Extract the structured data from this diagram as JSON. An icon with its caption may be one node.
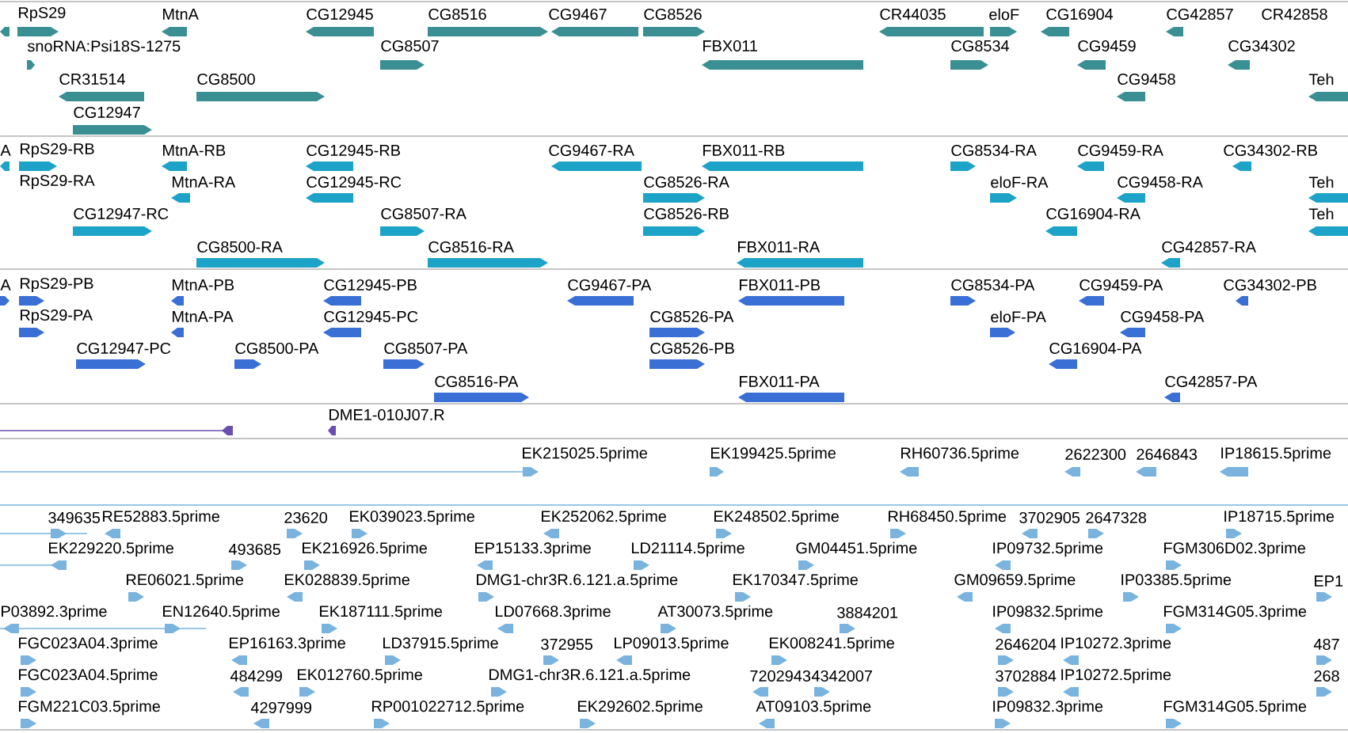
{
  "diagram": {
    "labels": [
      "RpS29",
      "MtnA",
      "CG12945",
      "CG8516",
      "CG9467",
      "CG8526",
      "CR44035",
      "eloF",
      "CG16904",
      "CG42857",
      "CR42858",
      "snoRNA:Psi18S-1275",
      "CG8507",
      "FBX011",
      "CG8534",
      "CG9459",
      "CG34302",
      "CR31514",
      "CG8500",
      "CG9458",
      "Teh",
      "CG12947",
      "A",
      "RpS29-RB",
      "MtnA-RB",
      "CG12945-RB",
      "CG9467-RA",
      "FBX011-RB",
      "CG8534-RA",
      "CG9459-RA",
      "CG34302-RB",
      "RpS29-RA",
      "MtnA-RA",
      "CG12945-RC",
      "CG8526-RA",
      "eloF-RA",
      "CG9458-RA",
      "Teh",
      "CG12947-RC",
      "CG8507-RA",
      "CG8526-RB",
      "CG16904-RA",
      "Teh",
      "CG8500-RA",
      "CG8516-RA",
      "FBX011-RA",
      "CG42857-RA",
      "A",
      "RpS29-PB",
      "MtnA-PB",
      "CG12945-PB",
      "CG9467-PA",
      "FBX011-PB",
      "CG8534-PA",
      "CG9459-PA",
      "CG34302-PB",
      "RpS29-PA",
      "MtnA-PA",
      "CG12945-PC",
      "CG8526-PA",
      "eloF-PA",
      "CG9458-PA",
      "CG12947-PC",
      "CG8500-PA",
      "CG8507-PA",
      "CG8526-PB",
      "CG16904-PA",
      "CG8516-PA",
      "FBX011-PA",
      "CG42857-PA",
      "DME1-010J07.R",
      "EK215025.5prime",
      "EK199425.5prime",
      "RH60736.5prime",
      "2622300",
      "2646843",
      "IP18615.5prime",
      "349635",
      "RE52883.5prime",
      "23620",
      "EK039023.5prime",
      "EK252062.5prime",
      "EK248502.5prime",
      "RH68450.5prime",
      "3702905",
      "2647328",
      "IP18715.5prime",
      "EK229220.5prime",
      "493685",
      "EK216926.5prime",
      "EP15133.3prime",
      "LD21114.5prime",
      "GM04451.5prime",
      "IP09732.5prime",
      "FGM306D02.3prime",
      "RE06021.5prime",
      "EK028839.5prime",
      "DMG1-chr3R.6.121.a.5prime",
      "EK170347.5prime",
      "GM09659.5prime",
      "IP03385.5prime",
      "EP1",
      "P03892.3prime",
      "EN12640.5prime",
      "EK187111.5prime",
      "LD07668.3prime",
      "AT30073.5prime",
      "3884201",
      "IP09832.5prime",
      "FGM314G05.3prime",
      "FGC023A04.3prime",
      "EP16163.3prime",
      "LD37915.5prime",
      "372955",
      "LP09013.5prime",
      "EK008241.5prime",
      "2646204",
      "IP10272.3prime",
      "487",
      "FGC023A04.5prime",
      "484299",
      "EK012760.5prime",
      "DMG1-chr3R.6.121.a.5prime",
      "7202943",
      "4342007",
      "3702884",
      "IP10272.5prime",
      "268",
      "FGM221C03.5prime",
      "4297999",
      "RP001022712.5prime",
      "EK292602.5prime",
      "AT09103.5prime",
      "IP09832.3prime",
      "FGM314G05.5prime"
    ]
  }
}
